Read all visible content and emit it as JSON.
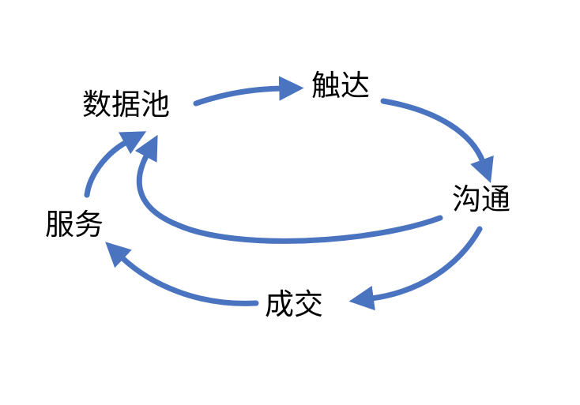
{
  "diagram": {
    "nodes": {
      "data_pool": "数据池",
      "reach": "触达",
      "communicate": "沟通",
      "deal": "成交",
      "service": "服务"
    },
    "edges": [
      {
        "from": "data_pool",
        "to": "reach"
      },
      {
        "from": "reach",
        "to": "communicate"
      },
      {
        "from": "communicate",
        "to": "deal"
      },
      {
        "from": "communicate",
        "to": "data_pool"
      },
      {
        "from": "deal",
        "to": "service"
      },
      {
        "from": "service",
        "to": "data_pool"
      }
    ],
    "colors": {
      "arrow": "#4B74C0",
      "text": "#000000",
      "background": "#FFFFFF"
    }
  }
}
